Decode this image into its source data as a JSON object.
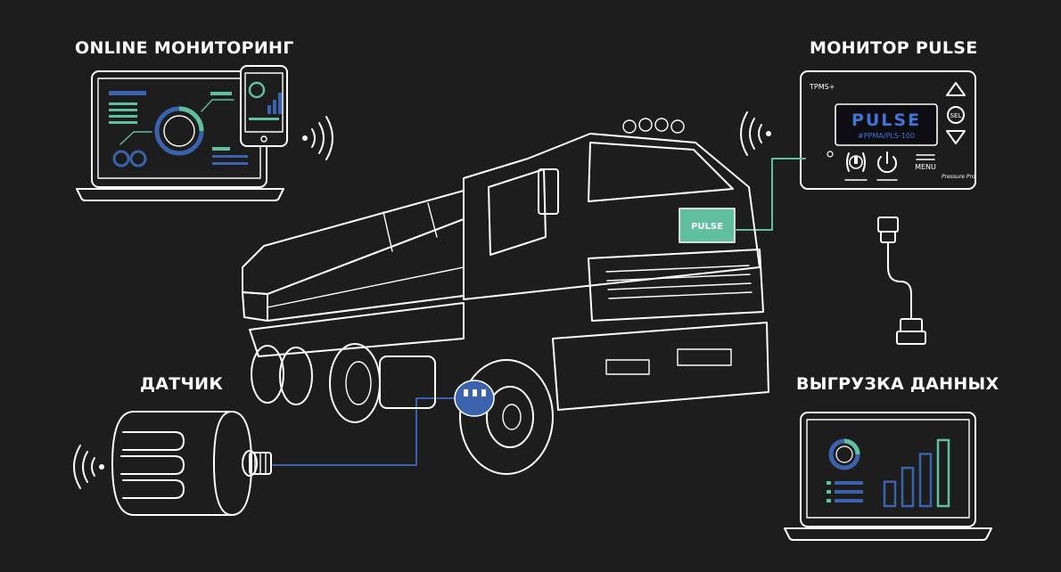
{
  "labels": {
    "online": "ONLINE МОНИТОРИНГ",
    "monitor": "МОНИТОР PULSE",
    "sensor": "ДАТЧИК",
    "export": "ВЫГРУЗКА ДАННЫХ"
  },
  "monitor": {
    "tpms": "TPMS+",
    "brand": "PULSE",
    "model": "#PPMA/PLS-100",
    "menu": "MENU",
    "sel": "SEL",
    "maker": "Pressure Pro"
  },
  "truck_sticker": {
    "brand": "PULSE"
  },
  "colors": {
    "background": "#1d1d1d",
    "line": "#ffffff",
    "blue": "#3a62ad",
    "teal": "#5fbf9f"
  },
  "export_bars": [
    0.35,
    0.55,
    0.75,
    0.95
  ]
}
